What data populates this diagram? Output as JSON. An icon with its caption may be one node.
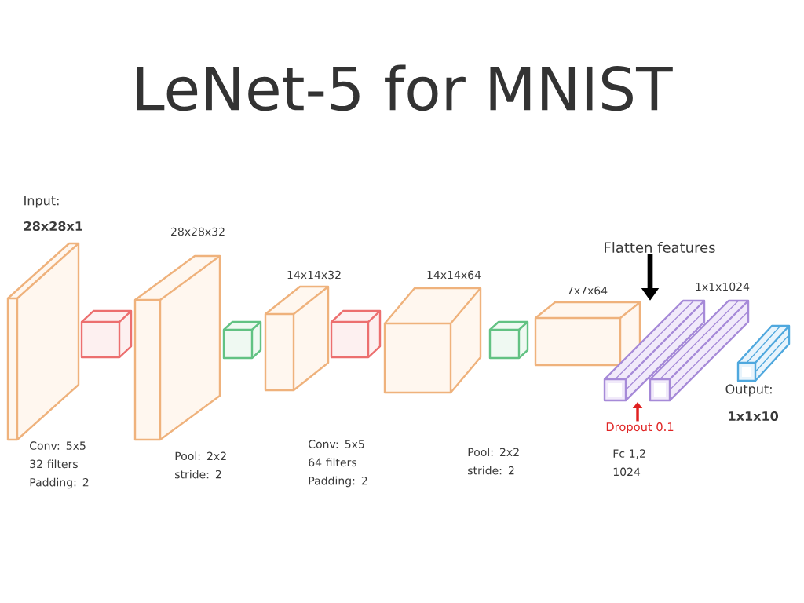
{
  "diagram": {
    "title": "LeNet-5 for MNIST",
    "nodes": [
      {
        "text": [
          "Input:",
          "28x28x1"
        ]
      },
      {
        "text": [],
        "shape": "box"
      },
      {
        "text": [
          "28x28x32"
        ]
      },
      {
        "text": [],
        "shape": "box"
      },
      {
        "text": [
          "14x14x32"
        ]
      },
      {
        "text": [],
        "shape": "box"
      },
      {
        "text": [
          "14x14x64"
        ]
      },
      {
        "text": [],
        "shape": "box"
      },
      {
        "text": [
          "7x7x64"
        ]
      },
      {
        "text": [
          "Flatten features"
        ]
      },
      {
        "text": [],
        "shape": "bar"
      },
      {
        "text": [
          "1x1x1024"
        ]
      },
      {
        "text": [
          "Output:",
          "1x1x10"
        ]
      },
      {
        "text": [
          "Dropout 0.1"
        ]
      }
    ],
    "edges": [
      {
        "from": 9,
        "to": 8,
        "arrow": "to",
        "style": "thick"
      },
      {
        "from": 13,
        "to": 10,
        "arrow": "to",
        "color": "#e02020"
      }
    ],
    "labels": [
      "Conv: 5x5 32 filters Padding: 2",
      "Pool: 2x2 stride: 2",
      "Conv: 5x5 64 filters Padding: 2",
      "Pool: 2x2 stride: 2",
      "Fc 1,2 1024"
    ]
  }
}
